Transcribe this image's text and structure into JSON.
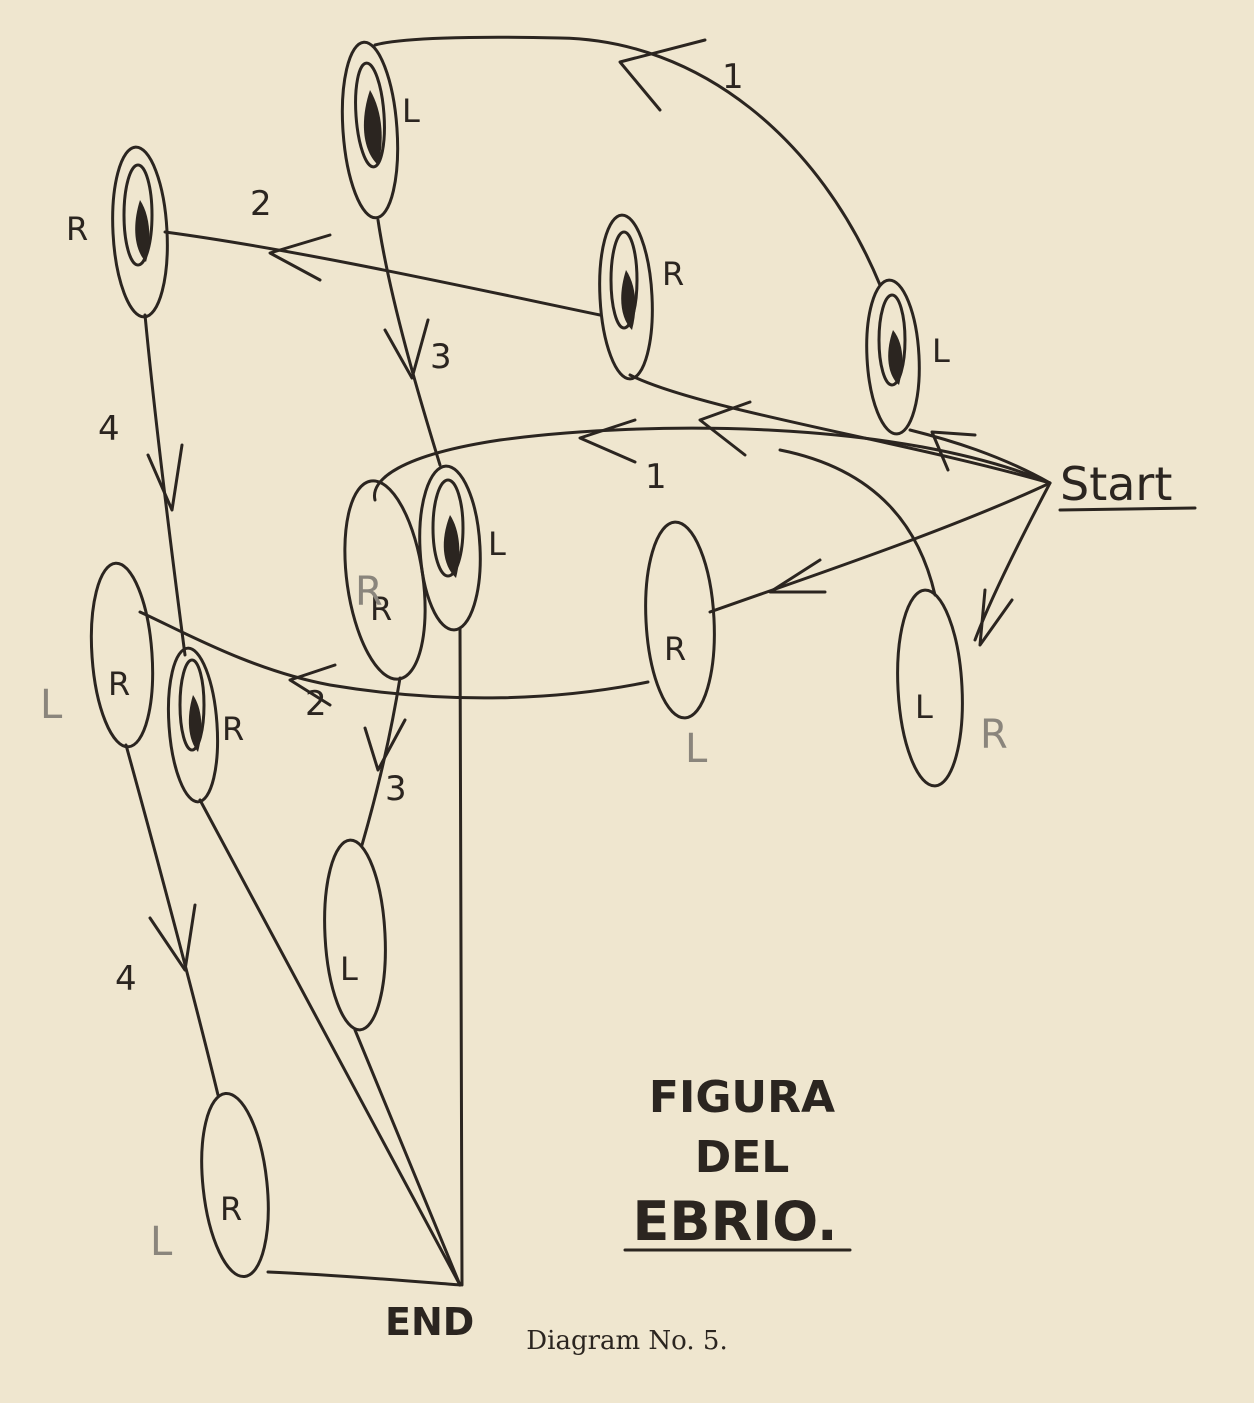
{
  "diagram": {
    "title_line1": "FIGURA",
    "title_line2": "DEL",
    "title_line3": "EBRIO.",
    "caption": "Diagram No. 5.",
    "start_label": "Start",
    "end_label": "END",
    "step_labels": [
      "1",
      "2",
      "3",
      "4",
      "1",
      "2",
      "3",
      "4"
    ],
    "feet": [
      {
        "id": "foot-upper-l-top",
        "label": "L",
        "filled": false
      },
      {
        "id": "foot-upper-r-left",
        "label": "R",
        "filled": false
      },
      {
        "id": "foot-upper-r-mid",
        "label": "R",
        "filled": false
      },
      {
        "id": "foot-upper-l-right",
        "label": "L",
        "filled": false
      },
      {
        "id": "foot-open-l-center",
        "label": "L",
        "filled": false
      },
      {
        "id": "foot-open-r-lower-left",
        "label": "R",
        "filled": false
      },
      {
        "id": "foot-shaded-center",
        "label": "R",
        "filled": true
      },
      {
        "id": "foot-shaded-right-mid",
        "label": "R",
        "filled": true
      },
      {
        "id": "foot-shaded-right",
        "label": "L",
        "filled": true
      },
      {
        "id": "foot-shaded-left",
        "label": "R",
        "filled": true
      },
      {
        "id": "foot-shaded-lower-center",
        "label": "L",
        "filled": true
      },
      {
        "id": "foot-shaded-bottom",
        "label": "R",
        "filled": true
      }
    ],
    "pencil_notes": [
      "L",
      "L",
      "R",
      "L",
      "R"
    ],
    "colors": {
      "ink": "#2b2520",
      "paper": "#efe6cf",
      "pencil": "#8a857c"
    }
  }
}
